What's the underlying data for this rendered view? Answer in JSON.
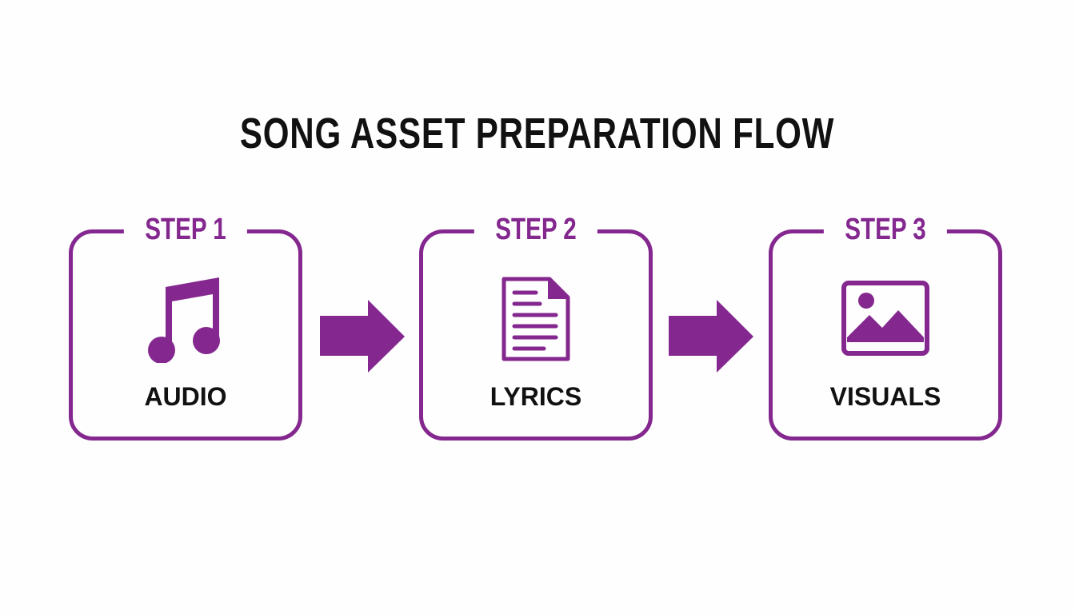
{
  "title": "SONG ASSET PREPARATION FLOW",
  "accent_color": "#84288f",
  "steps": [
    {
      "step": "STEP 1",
      "label": "AUDIO",
      "icon": "music-note-icon"
    },
    {
      "step": "STEP 2",
      "label": "LYRICS",
      "icon": "document-icon"
    },
    {
      "step": "STEP 3",
      "label": "VISUALS",
      "icon": "image-icon"
    }
  ]
}
